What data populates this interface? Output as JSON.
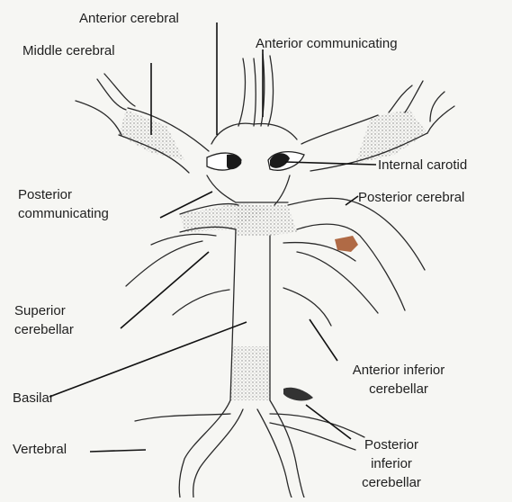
{
  "diagram": {
    "labels": {
      "anterior_cerebral": "Anterior cerebral",
      "middle_cerebral": "Middle cerebral",
      "anterior_communicating": "Anterior communicating",
      "internal_carotid": "Internal carotid",
      "posterior_communicating_1": "Posterior",
      "posterior_communicating_2": "communicating",
      "posterior_cerebral": "Posterior cerebral",
      "superior_cerebellar_1": "Superior",
      "superior_cerebellar_2": "cerebellar",
      "anterior_inferior_cerebellar_1": "Anterior inferior",
      "anterior_inferior_cerebellar_2": "cerebellar",
      "basilar": "Basilar",
      "vertebral": "Vertebral",
      "posterior_inferior_cerebellar_1": "Posterior",
      "posterior_inferior_cerebellar_2": "inferior",
      "posterior_inferior_cerebellar_3": "cerebellar"
    },
    "colors": {
      "ink": "#1f1f1f",
      "paper": "#f6f6f3",
      "stipple": "#8a8a8a",
      "carotid_fill": "#1a1a1a",
      "brown_mark": "#b06a45"
    }
  }
}
